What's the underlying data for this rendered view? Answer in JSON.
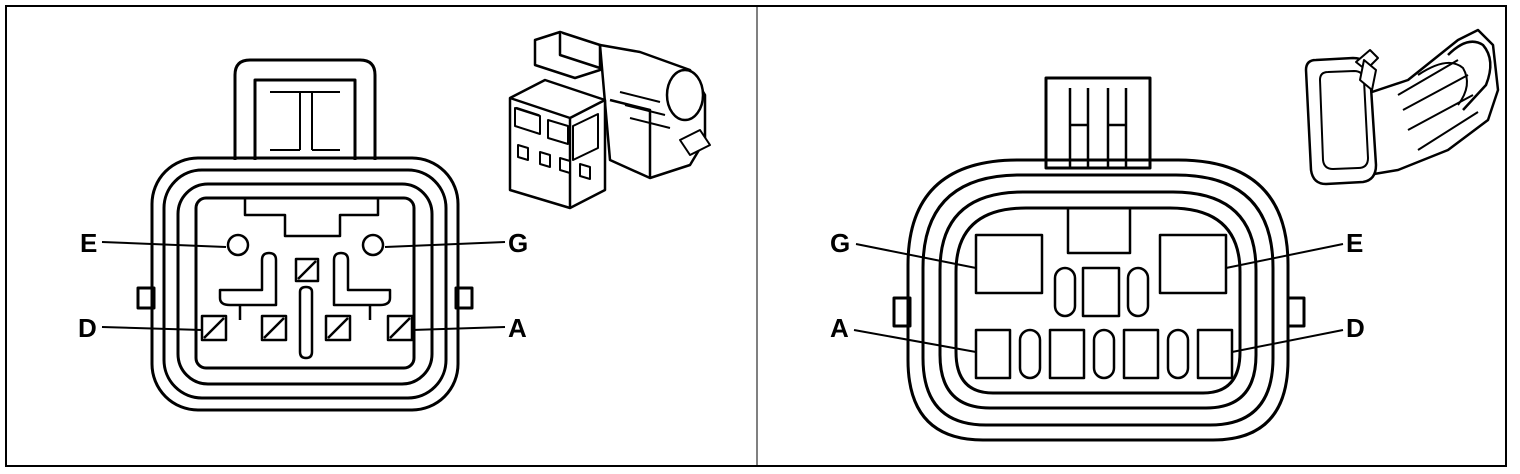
{
  "left_connector": {
    "pin_labels": {
      "top_left": "E",
      "top_right": "G",
      "bottom_left": "D",
      "bottom_right": "A"
    }
  },
  "right_connector": {
    "pin_labels": {
      "top_left": "G",
      "top_right": "E",
      "bottom_left": "A",
      "bottom_right": "D"
    }
  },
  "colors": {
    "line": "#000000",
    "background": "#ffffff",
    "iso_fill": "#ffffff"
  }
}
